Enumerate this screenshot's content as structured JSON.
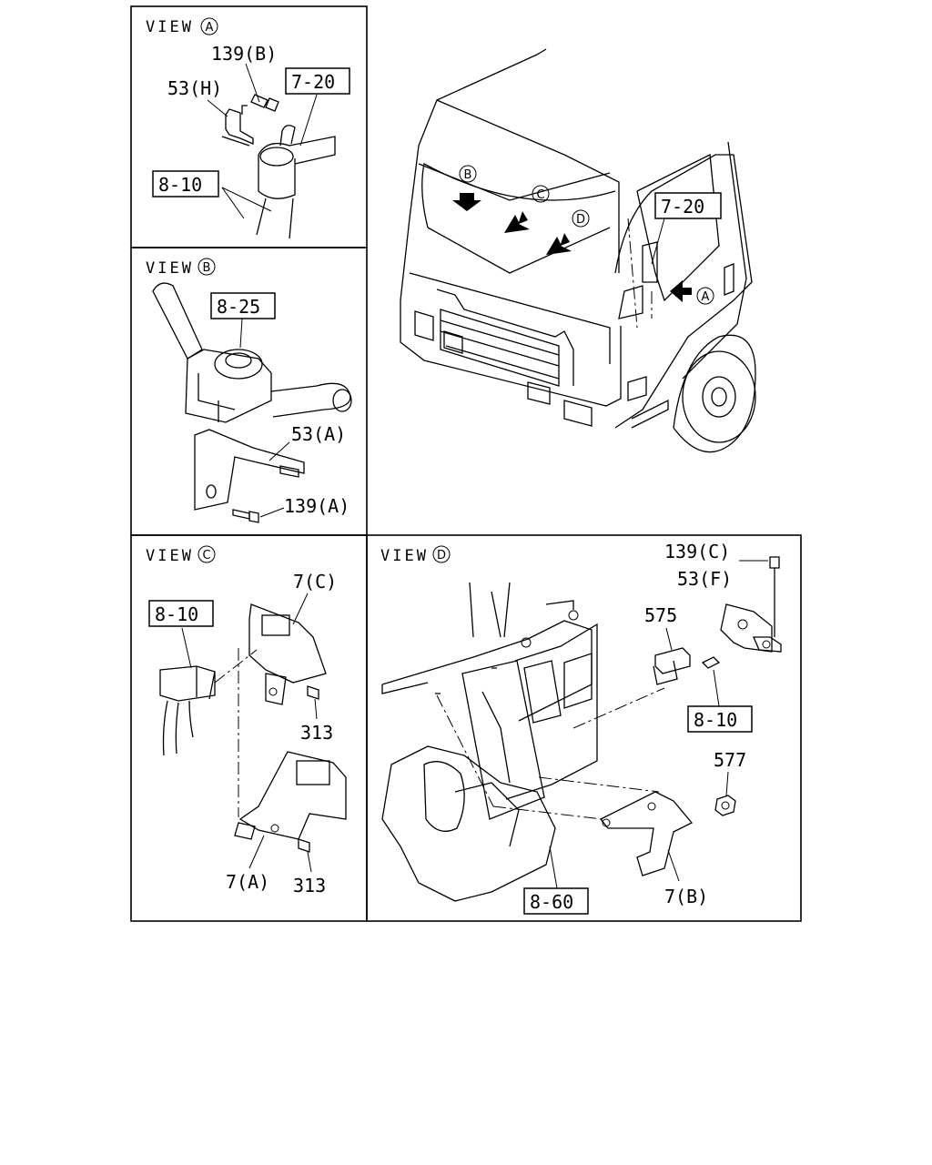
{
  "views": {
    "a": {
      "title": "VIEW",
      "letter": "A"
    },
    "b": {
      "title": "VIEW",
      "letter": "B"
    },
    "c": {
      "title": "VIEW",
      "letter": "C"
    },
    "d": {
      "title": "VIEW",
      "letter": "D"
    }
  },
  "main_callouts": {
    "b": "B",
    "c": "C",
    "d": "D",
    "a": "A",
    "ref_7_20": "7-20"
  },
  "labels": {
    "a_139b": "139(B)",
    "a_53h": "53(H)",
    "a_7_20": "7-20",
    "a_8_10": "8-10",
    "b_8_25": "8-25",
    "b_53a": "53(A)",
    "b_139a": "139(A)",
    "c_7c": "7(C)",
    "c_8_10": "8-10",
    "c_313_top": "313",
    "c_313_bot": "313",
    "c_7a": "7(A)",
    "d_139c": "139(C)",
    "d_53f": "53(F)",
    "d_575": "575",
    "d_8_10": "8-10",
    "d_577": "577",
    "d_8_60": "8-60",
    "d_7b": "7(B)"
  }
}
